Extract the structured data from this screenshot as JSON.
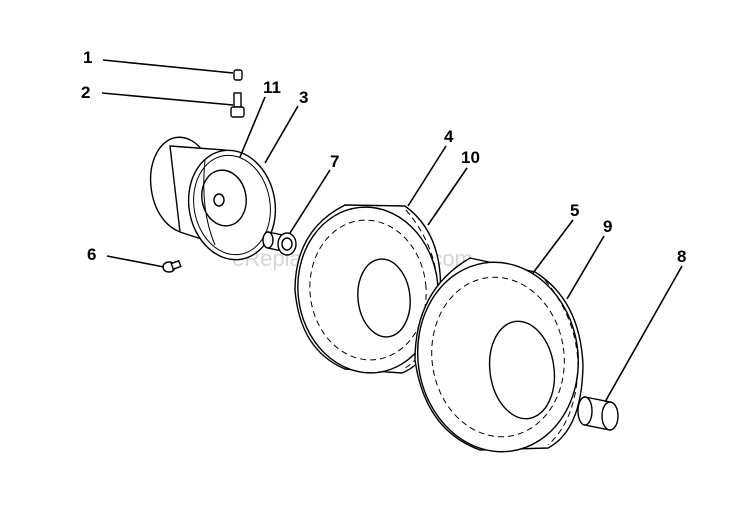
{
  "diagram": {
    "watermark": "eReplacementParts.com",
    "callouts": [
      {
        "id": "c1",
        "label": "1"
      },
      {
        "id": "c2",
        "label": "2"
      },
      {
        "id": "c3",
        "label": "3"
      },
      {
        "id": "c4",
        "label": "4"
      },
      {
        "id": "c5",
        "label": "5"
      },
      {
        "id": "c6",
        "label": "6"
      },
      {
        "id": "c7",
        "label": "7"
      },
      {
        "id": "c8",
        "label": "8"
      },
      {
        "id": "c9",
        "label": "9"
      },
      {
        "id": "c10",
        "label": "10"
      },
      {
        "id": "c11",
        "label": "11"
      }
    ]
  }
}
